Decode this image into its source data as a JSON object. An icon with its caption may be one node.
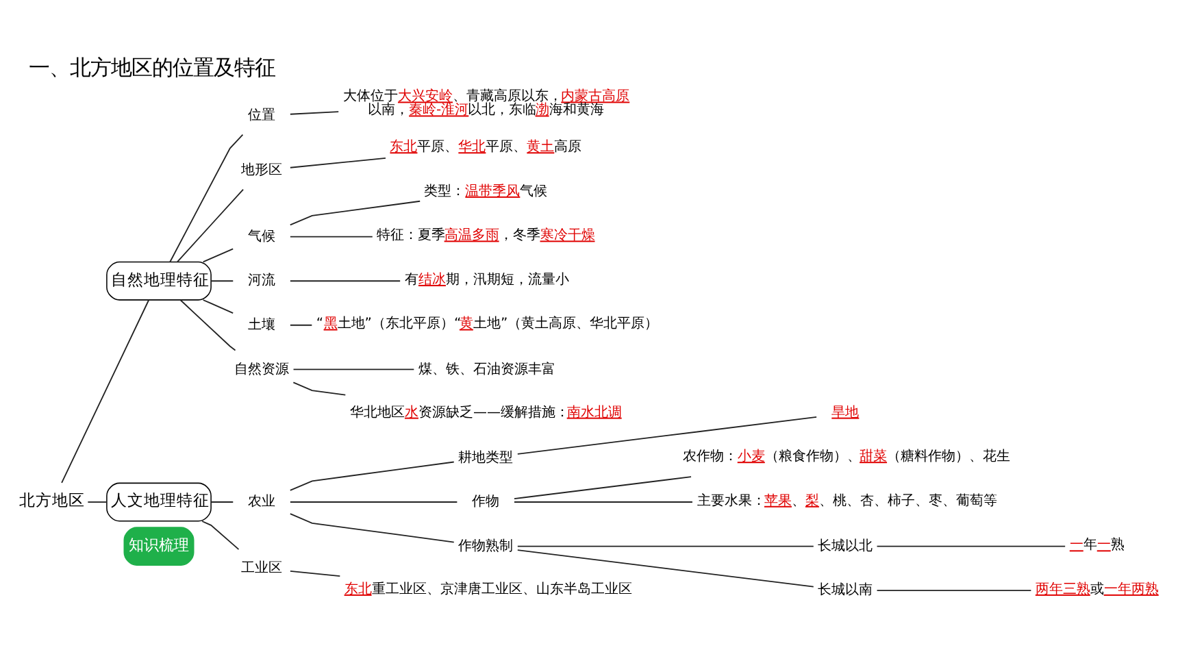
{
  "diagram": {
    "title": "一、北方地区的位置及特征",
    "nodes": [
      {
        "text": [
          "北方地区"
        ]
      },
      {
        "text": [
          "自然地理特征"
        ]
      },
      {
        "text": [
          "位置"
        ]
      },
      {
        "text": [
          "大体位于",
          "大兴安岭",
          "、青藏高原以东，",
          "内蒙古高原",
          "以南，",
          "秦岭-淮河",
          "以北，东临",
          "渤",
          "海和黄海"
        ]
      },
      {
        "text": [
          "地形区"
        ]
      },
      {
        "text": [
          "东北",
          "平原、",
          "华北",
          "平原、",
          "黄土",
          "高原"
        ]
      },
      {
        "text": [
          "气候"
        ]
      },
      {
        "text": [
          "类型：",
          "温带季风",
          "气候"
        ]
      },
      {
        "text": [
          "特征：夏季",
          "高温多雨",
          "，冬季",
          "寒冷干燥"
        ]
      },
      {
        "text": [
          "河流"
        ]
      },
      {
        "text": [
          "有",
          "结冰",
          "期，汛期短，流量小"
        ]
      },
      {
        "text": [
          "土壤"
        ]
      },
      {
        "text": [
          "“",
          "黑",
          "土地”（东北平原）“",
          "黄",
          "土地”（黄土高原、华北平原）"
        ]
      },
      {
        "text": [
          "自然资源"
        ]
      },
      {
        "text": [
          "煤、铁、石油资源丰富"
        ]
      },
      {
        "text": [
          "华北地区",
          "水",
          "资源缺乏——缓解措施：",
          "南水北调"
        ]
      },
      {
        "text": [
          "人文地理特征"
        ]
      },
      {
        "text": [
          "农业"
        ]
      },
      {
        "text": [
          "耕地类型"
        ]
      },
      {
        "text": [
          "旱地"
        ]
      },
      {
        "text": [
          "作物"
        ]
      },
      {
        "text": [
          "农作物：",
          "小麦",
          "（粮食作物）、",
          "甜菜",
          "（糖料作物）、花生"
        ]
      },
      {
        "text": [
          "主要水果：",
          "苹果",
          "、",
          "梨",
          "、桃、杏、柿子、枣、葡萄等"
        ]
      },
      {
        "text": [
          "作物熟制"
        ]
      },
      {
        "text": [
          "长城以北"
        ]
      },
      {
        "text": [
          "一",
          "年",
          "一",
          "熟"
        ]
      },
      {
        "text": [
          "长城以南"
        ]
      },
      {
        "text": [
          "两年三熟",
          "或",
          "一年两熟"
        ]
      },
      {
        "text": [
          "工业区"
        ]
      },
      {
        "text": [
          "东北",
          "重工业区、京津唐工业区、山东半岛工业区"
        ]
      }
    ],
    "edges": [
      {
        "from": 0,
        "to": 1,
        "arrow": "none"
      },
      {
        "from": 0,
        "to": 16,
        "arrow": "none"
      },
      {
        "from": 1,
        "to": 2,
        "arrow": "none"
      },
      {
        "from": 2,
        "to": 3,
        "arrow": "none"
      },
      {
        "from": 1,
        "to": 4,
        "arrow": "none"
      },
      {
        "from": 4,
        "to": 5,
        "arrow": "none"
      },
      {
        "from": 1,
        "to": 6,
        "arrow": "none"
      },
      {
        "from": 6,
        "to": 7,
        "arrow": "none"
      },
      {
        "from": 6,
        "to": 8,
        "arrow": "none"
      },
      {
        "from": 1,
        "to": 9,
        "arrow": "none"
      },
      {
        "from": 9,
        "to": 10,
        "arrow": "none"
      },
      {
        "from": 1,
        "to": 11,
        "arrow": "none"
      },
      {
        "from": 11,
        "to": 12,
        "arrow": "none"
      },
      {
        "from": 1,
        "to": 13,
        "arrow": "none"
      },
      {
        "from": 13,
        "to": 14,
        "arrow": "none"
      },
      {
        "from": 13,
        "to": 15,
        "arrow": "none"
      },
      {
        "from": 16,
        "to": 17,
        "arrow": "none"
      },
      {
        "from": 17,
        "to": 18,
        "arrow": "none"
      },
      {
        "from": 18,
        "to": 19,
        "arrow": "none"
      },
      {
        "from": 17,
        "to": 20,
        "arrow": "none"
      },
      {
        "from": 20,
        "to": 21,
        "arrow": "none"
      },
      {
        "from": 20,
        "to": 22,
        "arrow": "none"
      },
      {
        "from": 17,
        "to": 23,
        "arrow": "none"
      },
      {
        "from": 23,
        "to": 24,
        "arrow": "none"
      },
      {
        "from": 24,
        "to": 25,
        "arrow": "none"
      },
      {
        "from": 23,
        "to": 26,
        "arrow": "none"
      },
      {
        "from": 26,
        "to": 27,
        "arrow": "none"
      },
      {
        "from": 16,
        "to": 28,
        "arrow": "none"
      },
      {
        "from": 28,
        "to": 29,
        "arrow": "none"
      }
    ],
    "labels": [
      "知识梳理"
    ]
  }
}
